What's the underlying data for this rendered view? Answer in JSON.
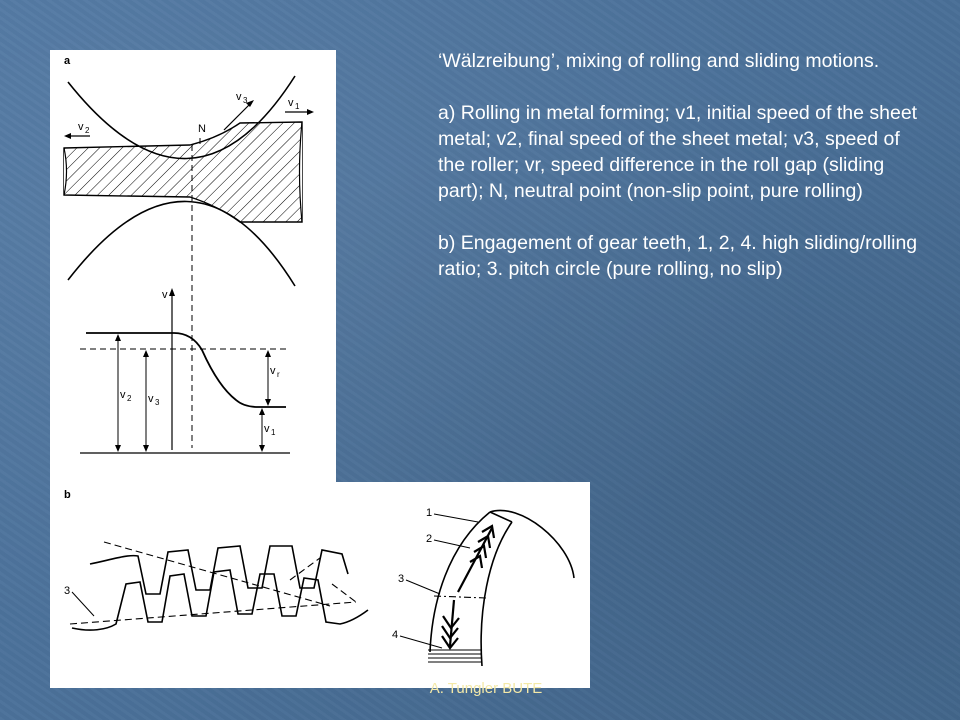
{
  "caption": {
    "line1": "‘Wälzreibung’, mixing of rolling and sliding motions.",
    "para_a": "a) Rolling in metal forming; v1, initial speed of the sheet metal; v2, final speed of the sheet metal; v3, speed of the roller; vr, speed difference in the roll gap (sliding part); N, neutral point (non-slip point, pure rolling)",
    "para_b": "b) Engagement of gear teeth, 1, 2, 4. high sliding/rolling ratio; 3. pitch circle (pure rolling, no slip)"
  },
  "footer": {
    "text": "A. Tungler BUTE"
  },
  "figure_a": {
    "panel_label": "a",
    "neutral_point": "N",
    "v": "v",
    "v1": "v",
    "v1_sub": "1",
    "v2": "v",
    "v2_sub": "2",
    "v3": "v",
    "v3_sub": "3",
    "vr": "v",
    "vr_sub": "r"
  },
  "figure_b": {
    "panel_label": "b",
    "label_1": "1",
    "label_2": "2",
    "label_3": "3",
    "label_4": "4"
  }
}
